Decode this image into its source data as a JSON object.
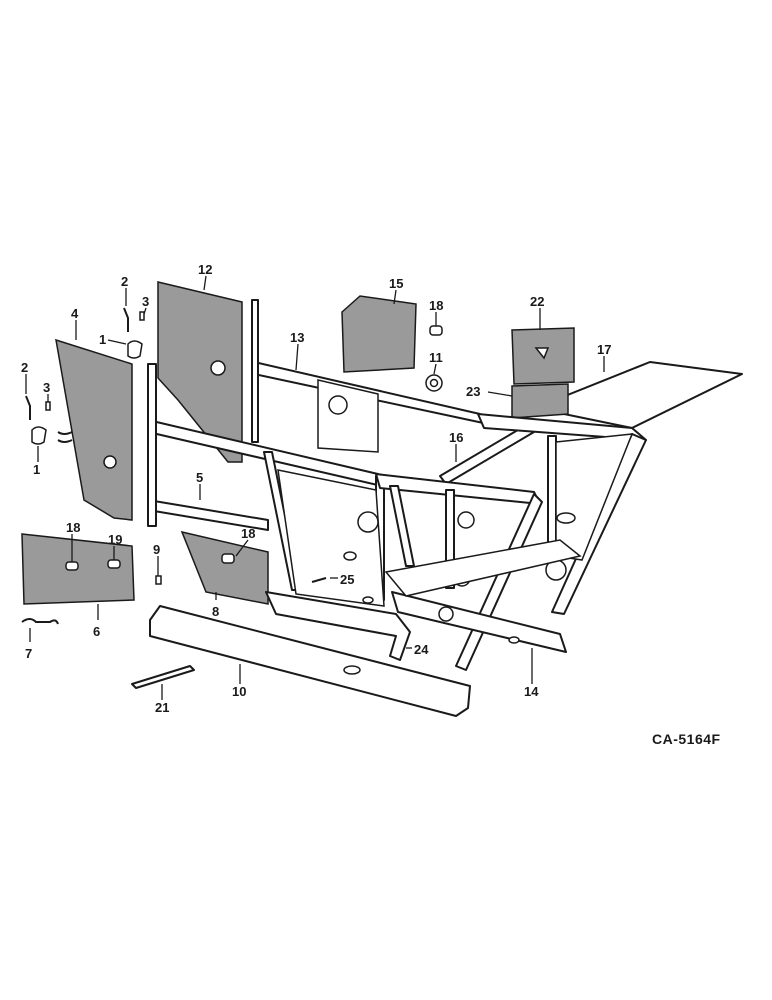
{
  "drawing_ref": "CA-5164F",
  "callouts": {
    "c1a": "1",
    "c1b": "1",
    "c2a": "2",
    "c2b": "2",
    "c3a": "3",
    "c3b": "3",
    "c4": "4",
    "c5": "5",
    "c6": "6",
    "c7": "7",
    "c8": "8",
    "c9": "9",
    "c10": "10",
    "c11": "11",
    "c12": "12",
    "c13": "13",
    "c14": "14",
    "c15": "15",
    "c16": "16",
    "c17": "17",
    "c18a": "18",
    "c18b": "18",
    "c18c": "18",
    "c19": "19",
    "c21": "21",
    "c22": "22",
    "c23": "23",
    "c24": "24",
    "c25": "25"
  }
}
